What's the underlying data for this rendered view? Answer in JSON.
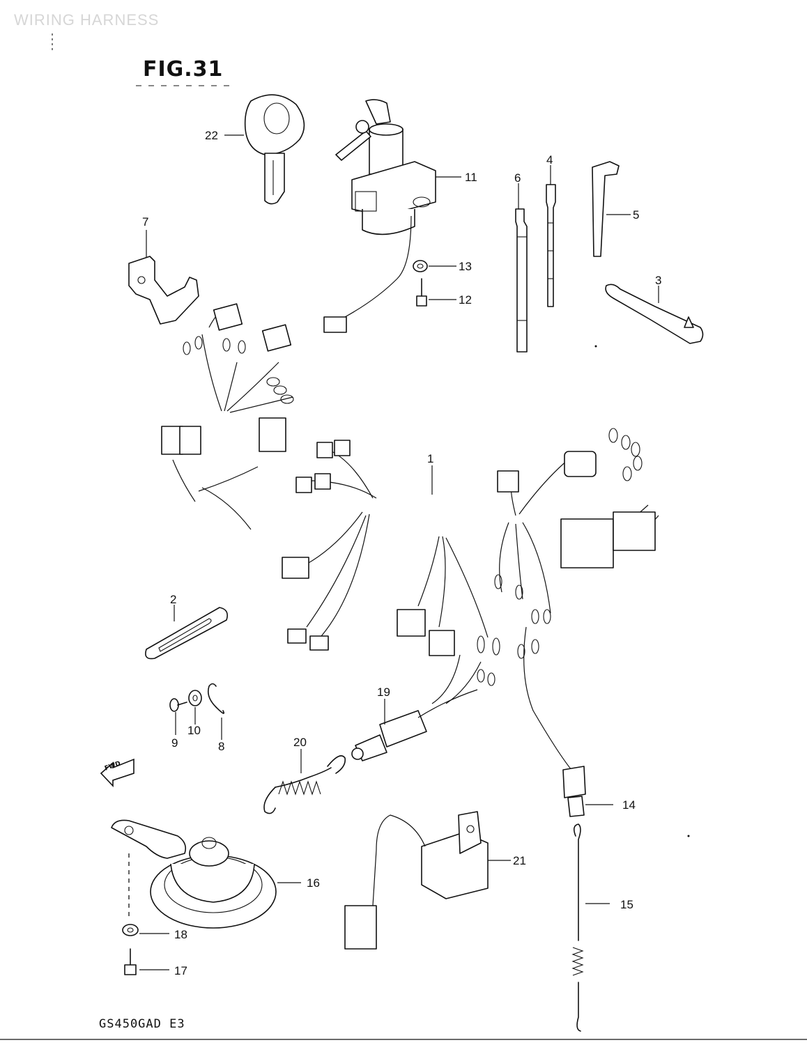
{
  "header_faint": "WIRING HARNESS",
  "figure_title": "FIG.31",
  "model_code": "GS450GAD E3",
  "fwd_label": "FWD",
  "callouts": [
    "1",
    "2",
    "3",
    "4",
    "5",
    "6",
    "7",
    "8",
    "9",
    "10",
    "11",
    "12",
    "13",
    "14",
    "15",
    "16",
    "17",
    "18",
    "19",
    "20",
    "21",
    "22"
  ]
}
